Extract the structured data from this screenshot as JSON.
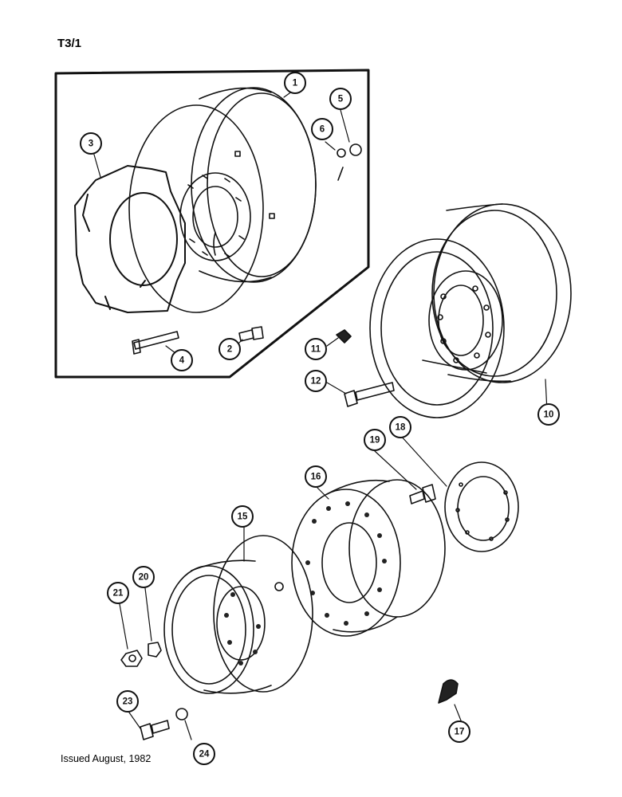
{
  "page_ref": "T3/1",
  "issued": "Issued August, 1982",
  "callouts": [
    "1",
    "2",
    "3",
    "4",
    "5",
    "6",
    "10",
    "11",
    "12",
    "15",
    "16",
    "17",
    "18",
    "19",
    "20",
    "21",
    "23",
    "24"
  ]
}
